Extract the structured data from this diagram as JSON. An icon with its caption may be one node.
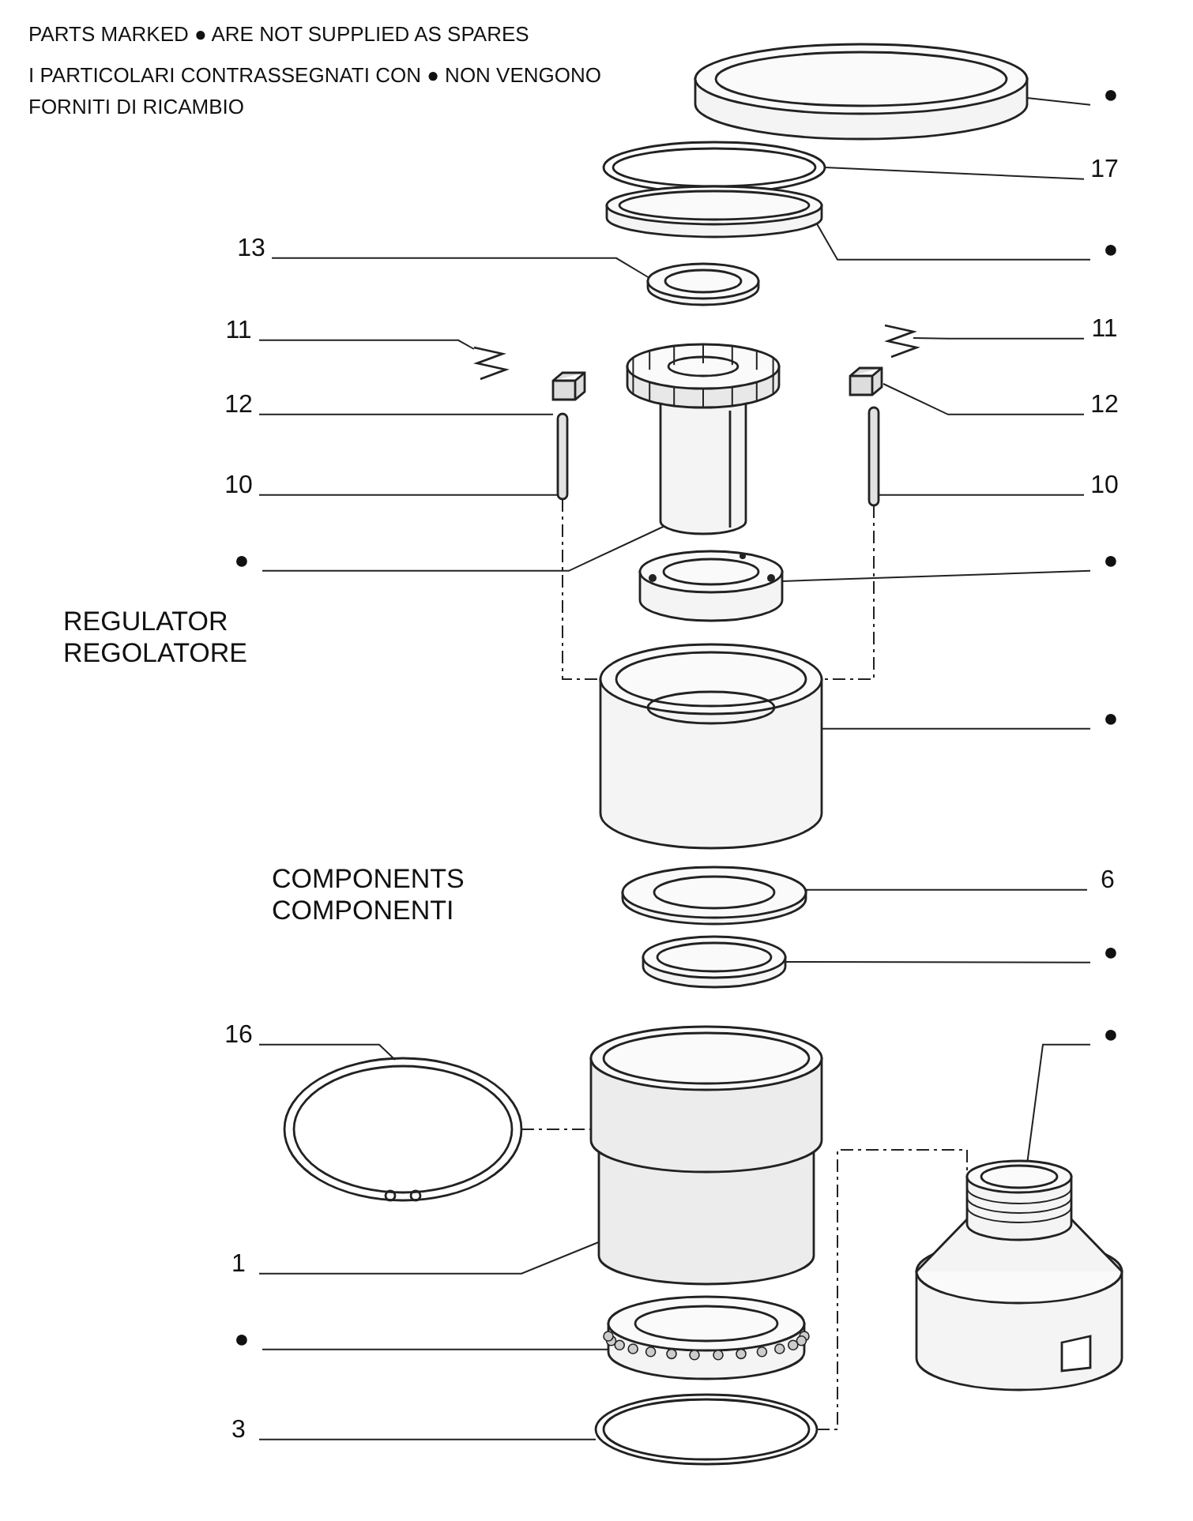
{
  "diagram": {
    "nodes": [
      {
        "text": [
          "●"
        ]
      },
      {
        "text": [],
        "shape": "picture"
      },
      {
        "text": [
          "17"
        ]
      },
      {
        "text": [],
        "shape": "picture"
      },
      {
        "text": [
          "13"
        ]
      },
      {
        "text": [],
        "shape": "picture"
      },
      {
        "text": [
          "●"
        ]
      },
      {
        "text": [],
        "shape": "picture"
      },
      {
        "text": [
          "11"
        ]
      },
      {
        "text": [],
        "shape": "picture"
      },
      {
        "text": [
          "11"
        ]
      },
      {
        "text": [],
        "shape": "picture"
      },
      {
        "text": [
          "12"
        ]
      },
      {
        "text": [],
        "shape": "picture"
      },
      {
        "text": [
          "12"
        ]
      },
      {
        "text": [],
        "shape": "picture"
      },
      {
        "text": [
          "10"
        ]
      },
      {
        "text": [],
        "shape": "bar"
      },
      {
        "text": [
          "10"
        ]
      },
      {
        "text": [],
        "shape": "bar"
      },
      {
        "text": [
          "●"
        ]
      },
      {
        "text": [],
        "shape": "picture"
      },
      {
        "text": [
          "●"
        ]
      },
      {
        "text": [],
        "shape": "picture"
      },
      {
        "text": [
          "●"
        ]
      },
      {
        "text": [],
        "shape": "picture"
      },
      {
        "text": [
          "6"
        ]
      },
      {
        "text": [],
        "shape": "picture"
      },
      {
        "text": [
          "●"
        ]
      },
      {
        "text": [],
        "shape": "picture"
      },
      {
        "text": [
          "16"
        ]
      },
      {
        "text": [],
        "shape": "picture"
      },
      {
        "text": [
          "●"
        ]
      },
      {
        "text": [],
        "shape": "picture"
      },
      {
        "text": [
          "1"
        ]
      },
      {
        "text": [],
        "shape": "cylinder"
      },
      {
        "text": [
          "●"
        ]
      },
      {
        "text": [],
        "shape": "picture"
      },
      {
        "text": [
          "3"
        ]
      },
      {
        "text": [],
        "shape": "picture"
      }
    ],
    "edges": [
      {
        "from": 0,
        "to": 1,
        "arrow": "none"
      },
      {
        "from": 2,
        "to": 3,
        "arrow": "none"
      },
      {
        "from": 4,
        "to": 5,
        "arrow": "none"
      },
      {
        "from": 6,
        "to": 7,
        "arrow": "none"
      },
      {
        "from": 8,
        "to": 9,
        "arrow": "none"
      },
      {
        "from": 10,
        "to": 11,
        "arrow": "none"
      },
      {
        "from": 12,
        "to": 13,
        "arrow": "none"
      },
      {
        "from": 14,
        "to": 15,
        "arrow": "none"
      },
      {
        "from": 16,
        "to": 17,
        "arrow": "none"
      },
      {
        "from": 18,
        "to": 19,
        "arrow": "none"
      },
      {
        "from": 20,
        "to": 21,
        "arrow": "none"
      },
      {
        "from": 22,
        "to": 23,
        "arrow": "none"
      },
      {
        "from": 24,
        "to": 25,
        "arrow": "none"
      },
      {
        "from": 26,
        "to": 27,
        "arrow": "none"
      },
      {
        "from": 28,
        "to": 29,
        "arrow": "none"
      },
      {
        "from": 30,
        "to": 31,
        "arrow": "none"
      },
      {
        "from": 32,
        "to": 33,
        "arrow": "none"
      },
      {
        "from": 34,
        "to": 35,
        "arrow": "none"
      },
      {
        "from": 36,
        "to": 37,
        "arrow": "none"
      },
      {
        "from": 38,
        "to": 39,
        "arrow": "none"
      },
      {
        "from": 17,
        "to": 25,
        "arrow": "none",
        "style": "dashed"
      },
      {
        "from": 19,
        "to": 25,
        "arrow": "none",
        "style": "dashed"
      },
      {
        "from": 31,
        "to": 35,
        "arrow": "none",
        "style": "dashed"
      },
      {
        "from": 39,
        "to": 33,
        "arrow": "none",
        "style": "dashed"
      }
    ],
    "labels": [
      "PARTS MARKED ● ARE NOT SUPPLIED AS SPARES",
      "I PARTICOLARI CONTRASSEGNATI CON ● NON VENGONO FORNITI DI RICAMBIO",
      "REGULATOR",
      "REGOLATORE",
      "COMPONENTS",
      "COMPONENTI"
    ]
  }
}
